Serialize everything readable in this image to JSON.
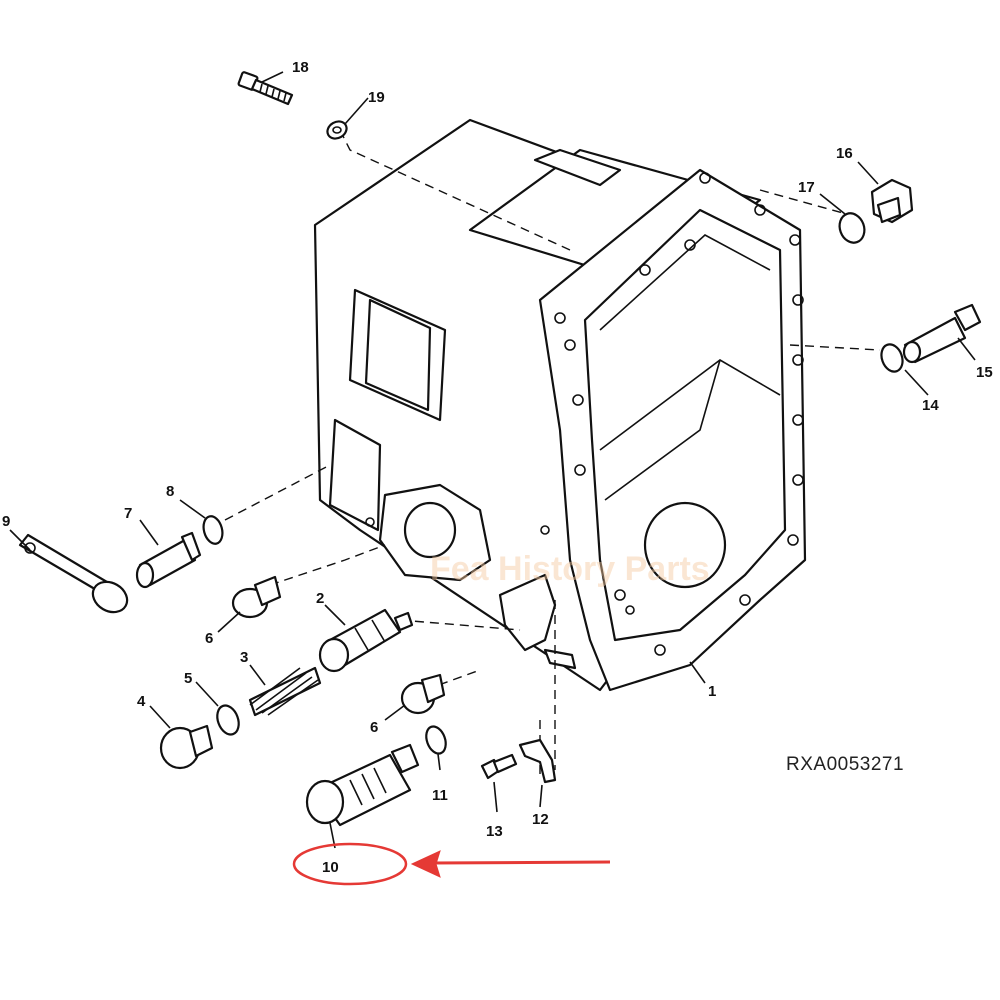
{
  "drawing_code": "RXA0053271",
  "watermark": "Fea History Parts",
  "highlight": {
    "color": "#e53935",
    "target_callout": "10"
  },
  "callouts": {
    "c1": "1",
    "c2": "2",
    "c3": "3",
    "c4": "4",
    "c5": "5",
    "c6a": "6",
    "c6b": "6",
    "c7": "7",
    "c8": "8",
    "c9": "9",
    "c10": "10",
    "c11": "11",
    "c12": "12",
    "c13": "13",
    "c14": "14",
    "c15": "15",
    "c16": "16",
    "c17": "17",
    "c18": "18",
    "c19": "19"
  }
}
